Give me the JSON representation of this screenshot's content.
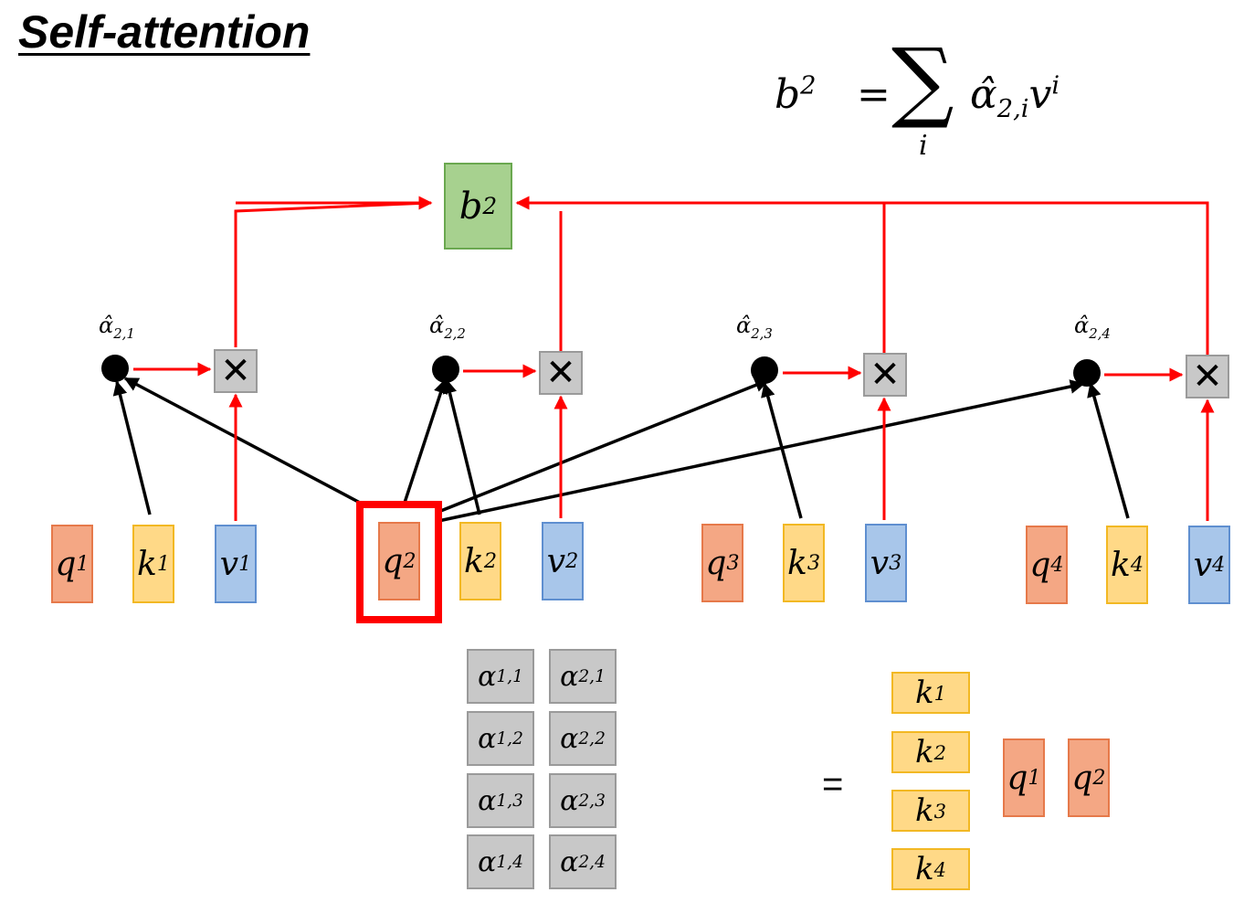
{
  "title": "Self-attention",
  "formula": {
    "lhs_base": "b",
    "lhs_sup": "2",
    "equals": "=",
    "sigma": "∑",
    "sigma_sub": "i",
    "term_base": "α̂",
    "term_sub": "2,i",
    "term_v": "v",
    "term_v_sup": "i"
  },
  "output": {
    "base": "b",
    "sup": "2"
  },
  "attention_labels": [
    {
      "base": "α̂",
      "sub": "2,1"
    },
    {
      "base": "α̂",
      "sub": "2,2"
    },
    {
      "base": "α̂",
      "sub": "2,3"
    },
    {
      "base": "α̂",
      "sub": "2,4"
    }
  ],
  "multiply_symbol": "✕",
  "groups": [
    {
      "q": "q",
      "k": "k",
      "v": "v",
      "sup": "1"
    },
    {
      "q": "q",
      "k": "k",
      "v": "v",
      "sup": "2"
    },
    {
      "q": "q",
      "k": "k",
      "v": "v",
      "sup": "3"
    },
    {
      "q": "q",
      "k": "k",
      "v": "v",
      "sup": "4"
    }
  ],
  "matrix": [
    [
      {
        "base": "α",
        "sub": "1,1"
      },
      {
        "base": "α",
        "sub": "2,1"
      }
    ],
    [
      {
        "base": "α",
        "sub": "1,2"
      },
      {
        "base": "α",
        "sub": "2,2"
      }
    ],
    [
      {
        "base": "α",
        "sub": "1,3"
      },
      {
        "base": "α",
        "sub": "2,3"
      }
    ],
    [
      {
        "base": "α",
        "sub": "1,4"
      },
      {
        "base": "α",
        "sub": "2,4"
      }
    ]
  ],
  "equals": "=",
  "keys_column": [
    {
      "base": "k",
      "sup": "1"
    },
    {
      "base": "k",
      "sup": "2"
    },
    {
      "base": "k",
      "sup": "3"
    },
    {
      "base": "k",
      "sup": "4"
    }
  ],
  "queries_row": [
    {
      "base": "q",
      "sup": "1"
    },
    {
      "base": "q",
      "sup": "2"
    }
  ],
  "colors": {
    "query": "#f4a784",
    "key": "#ffd987",
    "value": "#a8c6ea",
    "output": "#a7d18f",
    "score": "#c8c8c8",
    "highlight": "#ff0000",
    "flow": "#ff0000"
  }
}
